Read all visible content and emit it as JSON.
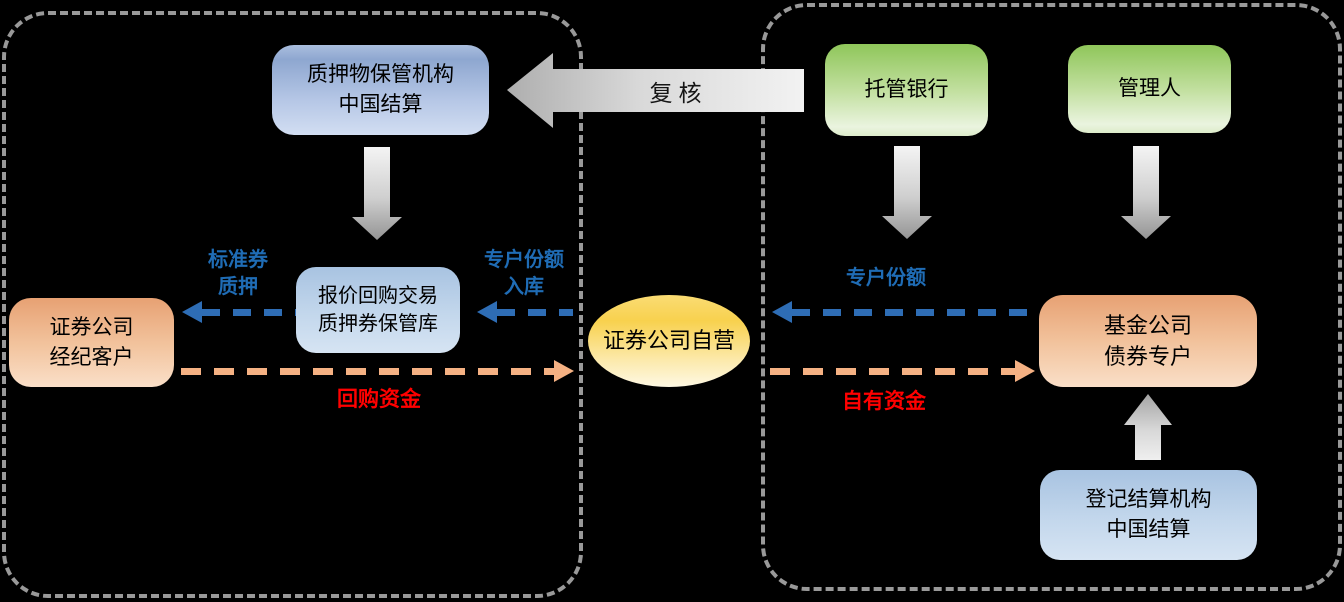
{
  "colors": {
    "background": "#000000",
    "panel_border": "#999999",
    "blue_dashed_arrow": "#2e6db5",
    "orange_dashed_arrow": "#f5b183",
    "blue_label_text": "#1f6cb5",
    "red_label_text": "#ff0000",
    "gray_arrow": "#c0c0c0",
    "node_blue_top": "#8ea7d0",
    "node_blue_light_top": "#a8c3e1",
    "node_orange_top": "#e7a173",
    "node_green_top": "#8fc65a",
    "ellipse_yellow": "#f8d14e"
  },
  "nodes": {
    "pledge_custodian": {
      "line1": "质押物保管机构",
      "line2": "中国结算"
    },
    "repo_vault": {
      "line1": "报价回购交易",
      "line2": "质押券保管库"
    },
    "broker_clients": {
      "line1": "证券公司",
      "line2": "经纪客户"
    },
    "prop_trading": {
      "label": "证券公司自营"
    },
    "custodian_bank": {
      "label": "托管银行"
    },
    "fund_manager": {
      "label": "管理人"
    },
    "fund_bond_account": {
      "line1": "基金公司",
      "line2": "债券专户"
    },
    "registry": {
      "line1": "登记结算机构",
      "line2": "中国结算"
    }
  },
  "flow_labels": {
    "review": "复核",
    "standard_pledge": {
      "line1": "标准券",
      "line2": "质押"
    },
    "share_deposit": {
      "line1": "专户份额",
      "line2": "入库"
    },
    "repo_funds": "回购资金",
    "account_share": "专户份额",
    "own_funds": "自有资金"
  }
}
